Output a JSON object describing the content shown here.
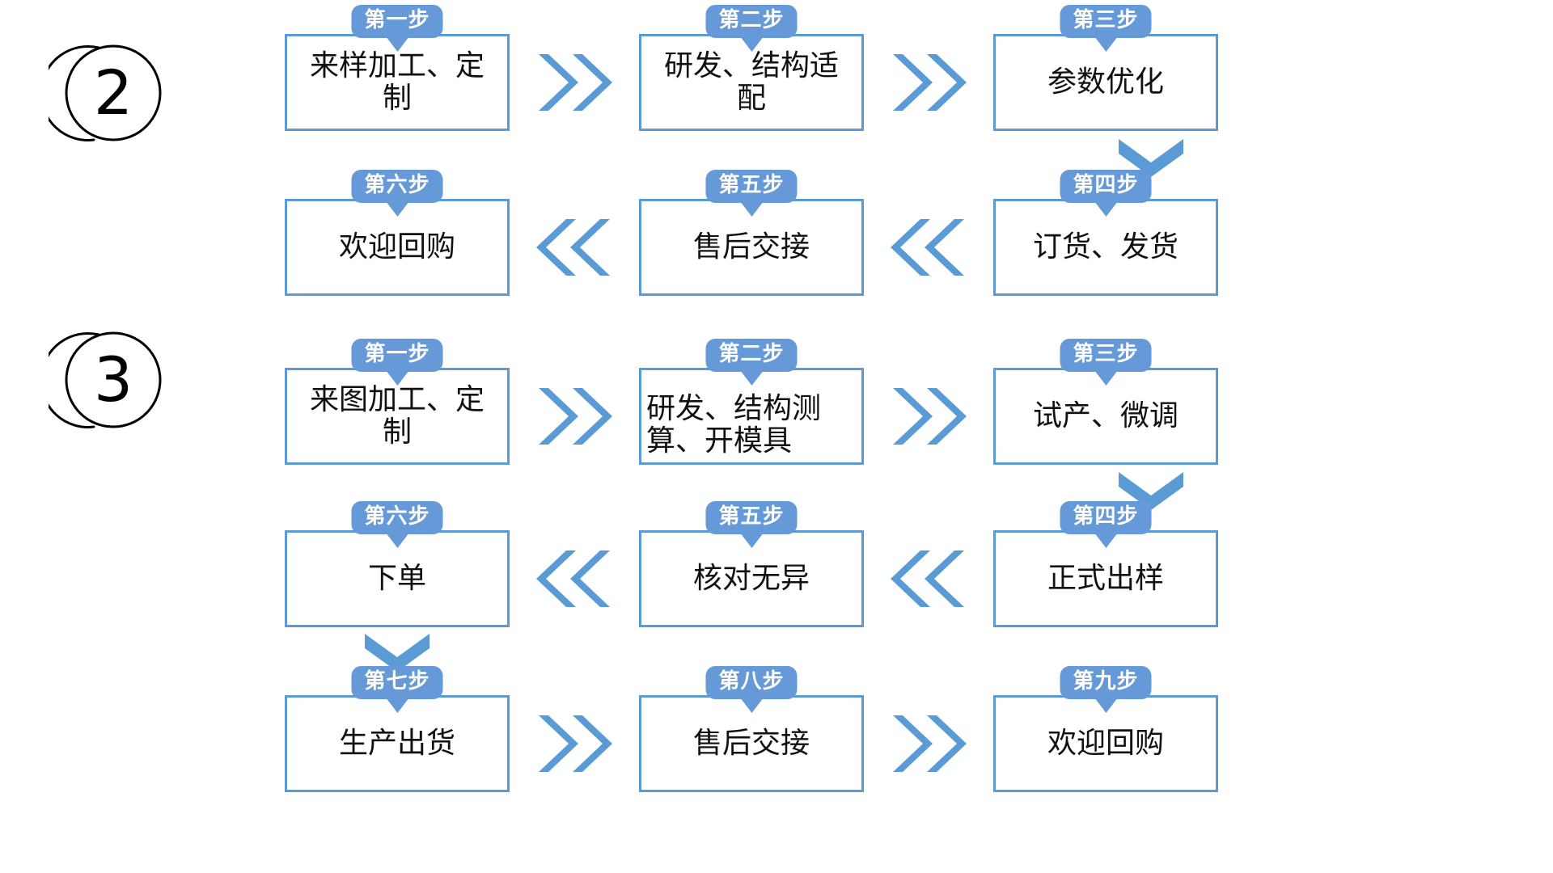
{
  "colors": {
    "accent_blue": "#5B9BD5",
    "badge_blue": "#6699D8",
    "box_fill": "#FFFFFF",
    "text_black": "#111111",
    "badge_text": "#FFFFFF"
  },
  "sections": [
    {
      "marker": "2",
      "marker_name": "section-marker-2",
      "rows": [
        {
          "direction": "forward",
          "arrow_glyph": "»",
          "nodes": [
            {
              "badge": "第一步",
              "text": "来样加工、定制",
              "align": "center"
            },
            {
              "badge": "第二步",
              "text": "研发、结构适配",
              "align": "center"
            },
            {
              "badge": "第三步",
              "text": "参数优化",
              "align": "center"
            }
          ]
        },
        {
          "direction": "backward",
          "arrow_glyph": "«",
          "nodes": [
            {
              "badge": "第六步",
              "text": "欢迎回购",
              "align": "center"
            },
            {
              "badge": "第五步",
              "text": "售后交接",
              "align": "center"
            },
            {
              "badge": "第四步",
              "text": "订货、发货",
              "align": "center"
            }
          ]
        }
      ]
    },
    {
      "marker": "3",
      "marker_name": "section-marker-3",
      "rows": [
        {
          "direction": "forward",
          "arrow_glyph": "»",
          "nodes": [
            {
              "badge": "第一步",
              "text": "来图加工、定制",
              "align": "center"
            },
            {
              "badge": "第二步",
              "text": "研发、结构测算、开模具",
              "align": "left"
            },
            {
              "badge": "第三步",
              "text": "试产、微调",
              "align": "center"
            }
          ]
        },
        {
          "direction": "backward",
          "arrow_glyph": "«",
          "nodes": [
            {
              "badge": "第六步",
              "text": "下单",
              "align": "center"
            },
            {
              "badge": "第五步",
              "text": "核对无异",
              "align": "center"
            },
            {
              "badge": "第四步",
              "text": "正式出样",
              "align": "center"
            }
          ]
        },
        {
          "direction": "forward",
          "arrow_glyph": "»",
          "nodes": [
            {
              "badge": "第七步",
              "text": "生产出货",
              "align": "center"
            },
            {
              "badge": "第八步",
              "text": "售后交接",
              "align": "center"
            },
            {
              "badge": "第九步",
              "text": "欢迎回购",
              "align": "center"
            }
          ]
        }
      ]
    }
  ],
  "connectors": [
    {
      "name": "down-arrow-s2-step3-to-step4",
      "icon": "chevron-down-icon"
    },
    {
      "name": "down-arrow-s3-step3-to-step4",
      "icon": "chevron-down-icon"
    },
    {
      "name": "down-arrow-s3-step6-to-step7",
      "icon": "chevron-down-icon"
    }
  ]
}
